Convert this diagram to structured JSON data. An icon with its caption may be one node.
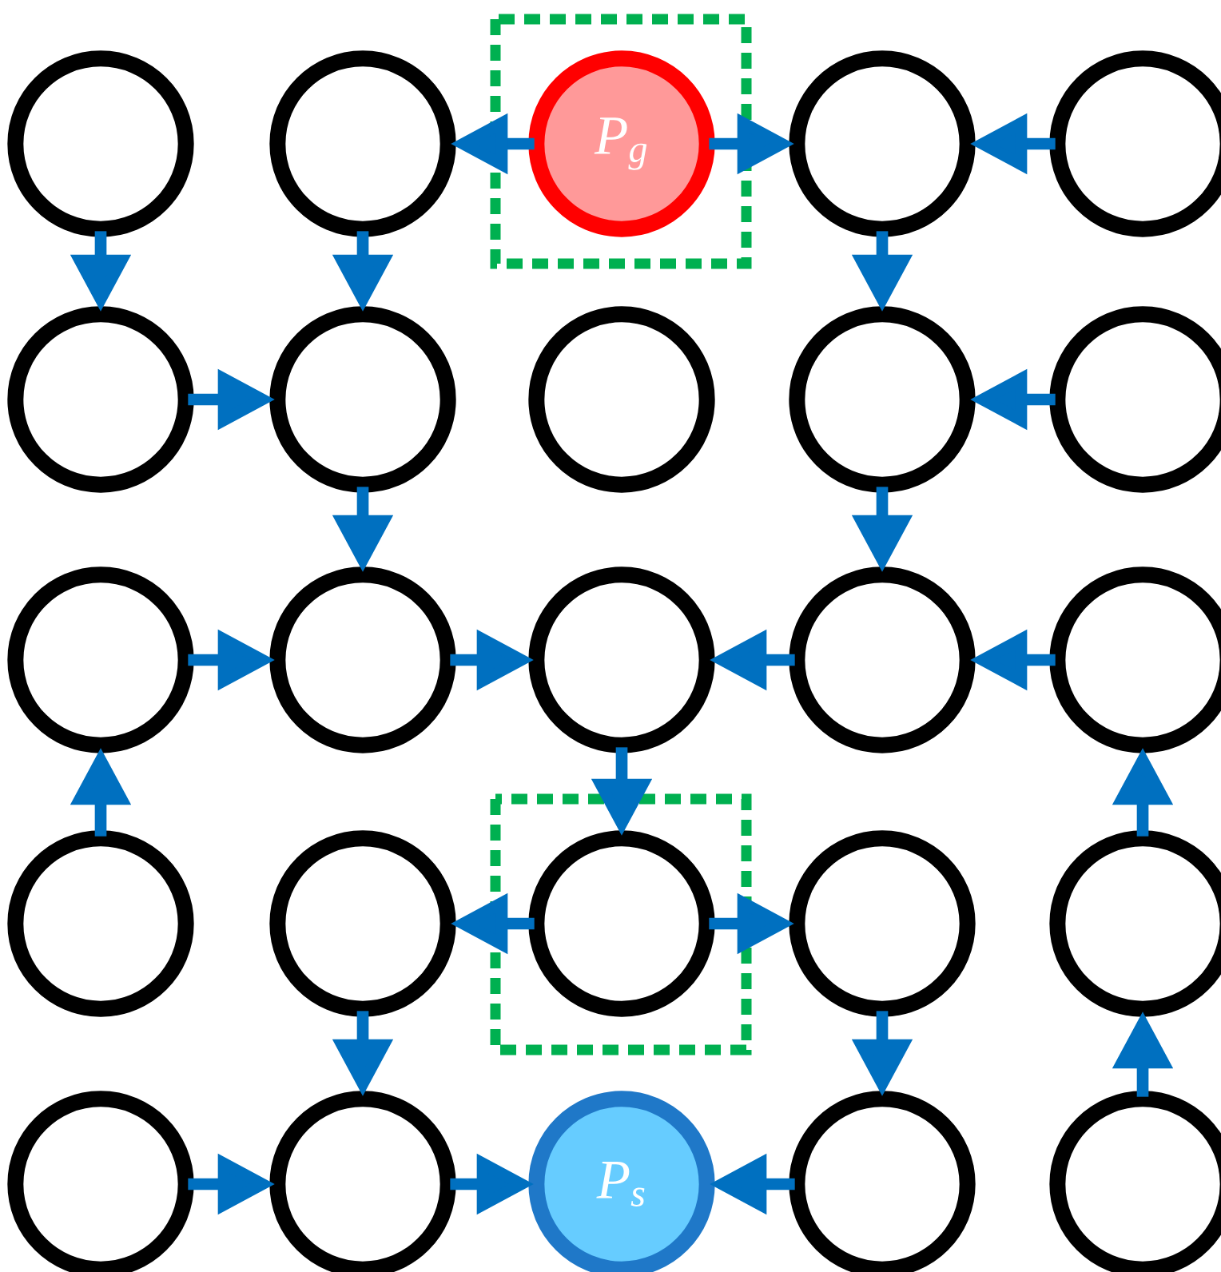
{
  "diagram": {
    "nodes": [
      {
        "text": [],
        "shape": "circle"
      },
      {
        "text": [],
        "shape": "circle"
      },
      {
        "text": [
          "P$_{g}$"
        ]
      },
      {
        "text": [],
        "shape": "circle"
      },
      {
        "text": [],
        "shape": "circle"
      },
      {
        "text": [],
        "shape": "circle"
      },
      {
        "text": [],
        "shape": "circle"
      },
      {
        "text": [],
        "shape": "circle"
      },
      {
        "text": [],
        "shape": "circle"
      },
      {
        "text": [],
        "shape": "circle"
      },
      {
        "text": [],
        "shape": "circle"
      },
      {
        "text": [],
        "shape": "circle"
      },
      {
        "text": [],
        "shape": "circle"
      },
      {
        "text": [],
        "shape": "circle"
      },
      {
        "text": [],
        "shape": "circle"
      },
      {
        "text": [],
        "shape": "circle"
      },
      {
        "text": [],
        "shape": "circle"
      },
      {
        "text": [],
        "shape": "circle"
      },
      {
        "text": [],
        "shape": "circle"
      },
      {
        "text": [],
        "shape": "circle"
      },
      {
        "text": [],
        "shape": "circle"
      },
      {
        "text": [],
        "shape": "circle"
      },
      {
        "text": [
          "P$_{s}$"
        ]
      },
      {
        "text": [],
        "shape": "circle"
      },
      {
        "text": [],
        "shape": "circle"
      }
    ],
    "edges": [
      {
        "from": 2,
        "to": 1,
        "arrow": "to"
      },
      {
        "from": 2,
        "to": 3,
        "arrow": "to"
      },
      {
        "from": 4,
        "to": 3,
        "arrow": "to"
      },
      {
        "from": 0,
        "to": 5,
        "arrow": "to"
      },
      {
        "from": 1,
        "to": 6,
        "arrow": "to"
      },
      {
        "from": 3,
        "to": 8,
        "arrow": "to"
      },
      {
        "from": 5,
        "to": 6,
        "arrow": "to"
      },
      {
        "from": 9,
        "to": 8,
        "arrow": "to"
      },
      {
        "from": 6,
        "to": 11,
        "arrow": "to"
      },
      {
        "from": 8,
        "to": 13,
        "arrow": "to"
      },
      {
        "from": 10,
        "to": 11,
        "arrow": "to"
      },
      {
        "from": 11,
        "to": 12,
        "arrow": "to"
      },
      {
        "from": 13,
        "to": 12,
        "arrow": "to"
      },
      {
        "from": 14,
        "to": 13,
        "arrow": "to"
      },
      {
        "from": 15,
        "to": 10,
        "arrow": "to"
      },
      {
        "from": 12,
        "to": 17,
        "arrow": "to"
      },
      {
        "from": 19,
        "to": 14,
        "arrow": "to"
      },
      {
        "from": 17,
        "to": 16,
        "arrow": "to"
      },
      {
        "from": 17,
        "to": 18,
        "arrow": "to"
      },
      {
        "from": 16,
        "to": 21,
        "arrow": "to"
      },
      {
        "from": 18,
        "to": 23,
        "arrow": "to"
      },
      {
        "from": 24,
        "to": 19,
        "arrow": "to"
      },
      {
        "from": 20,
        "to": 21,
        "arrow": "to"
      },
      {
        "from": 21,
        "to": 22,
        "arrow": "to"
      },
      {
        "from": 23,
        "to": 22,
        "arrow": "to"
      }
    ]
  }
}
